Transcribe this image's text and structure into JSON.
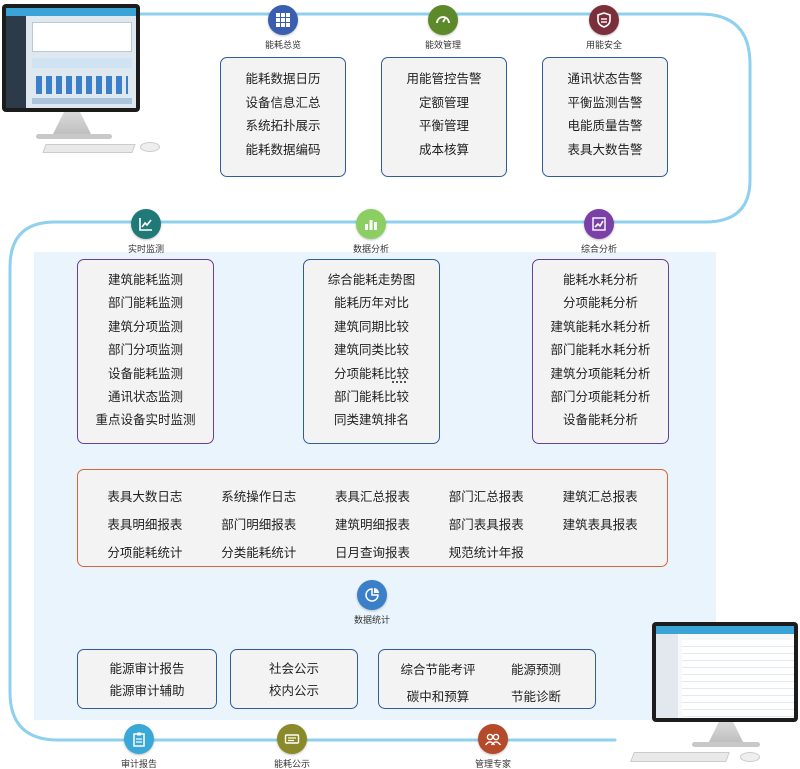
{
  "nodes": {
    "energy_overview": "能耗总览",
    "efficiency_mgmt": "能效管理",
    "energy_safety": "用能安全",
    "realtime_monitor": "实时监测",
    "data_analysis": "数据分析",
    "comprehensive_analysis": "综合分析",
    "data_statistics": "数据统计",
    "audit_report": "审计报告",
    "energy_public": "能耗公示",
    "mgmt_expert": "管理专家"
  },
  "boxes": {
    "overview_items": [
      "能耗数据日历",
      "设备信息汇总",
      "系统拓扑展示",
      "能耗数据编码"
    ],
    "efficiency_items": [
      "用能管控告警",
      "定额管理",
      "平衡管理",
      "成本核算"
    ],
    "safety_items": [
      "通讯状态告警",
      "平衡监测告警",
      "电能质量告警",
      "表具大数告警"
    ],
    "realtime_items": [
      "建筑能耗监测",
      "部门能耗监测",
      "建筑分项监测",
      "部门分项监测",
      "设备能耗监测",
      "通讯状态监测",
      "重点设备实时监测"
    ],
    "analysis_items": [
      "综合能耗走势图",
      "能耗历年对比",
      "建筑同期比较",
      "建筑同类比较",
      "分项能耗比较",
      "部门能耗比较",
      "同类建筑排名"
    ],
    "comprehensive_items": [
      "能耗水耗分析",
      "分项能耗分析",
      "建筑能耗水耗分析",
      "部门能耗水耗分析",
      "建筑分项能耗分析",
      "部门分项能耗分析",
      "设备能耗分析"
    ],
    "statistics_items": [
      "表具大数日志",
      "系统操作日志",
      "表具汇总报表",
      "部门汇总报表",
      "建筑汇总报表",
      "表具明细报表",
      "部门明细报表",
      "建筑明细报表",
      "部门表具报表",
      "建筑表具报表",
      "分项能耗统计",
      "分类能耗统计",
      "日月查询报表",
      "规范统计年报"
    ],
    "audit_items": [
      "能源审计报告",
      "能源审计辅助"
    ],
    "public_items": [
      "社会公示",
      "校内公示"
    ],
    "expert_items": [
      "综合节能考评",
      "能源预测",
      "碳中和预算",
      "节能诊断"
    ]
  },
  "colors": {
    "flow_line": "#8fd0ee",
    "panel_bg": "#e9f4fc",
    "overview_icon": "#3a5fb0",
    "efficiency_icon": "#5c8a2a",
    "safety_icon": "#7a2f3a",
    "realtime_icon": "#1f7a77",
    "analysis_icon": "#8bcf63",
    "comprehensive_icon": "#7b3fa8",
    "statistics_icon": "#3a7fc8",
    "audit_icon": "#3aa8d6",
    "public_icon": "#8a8a2a",
    "expert_icon": "#b54a2a"
  },
  "icons": {
    "energy_overview": "grid-icon",
    "efficiency_mgmt": "gauge-icon",
    "energy_safety": "shield-icon",
    "realtime_monitor": "line-chart-icon",
    "data_analysis": "bar-chart-icon",
    "comprehensive_analysis": "trend-chart-icon",
    "data_statistics": "pie-chart-icon",
    "audit_report": "clipboard-icon",
    "energy_public": "notice-icon",
    "mgmt_expert": "experts-icon"
  }
}
